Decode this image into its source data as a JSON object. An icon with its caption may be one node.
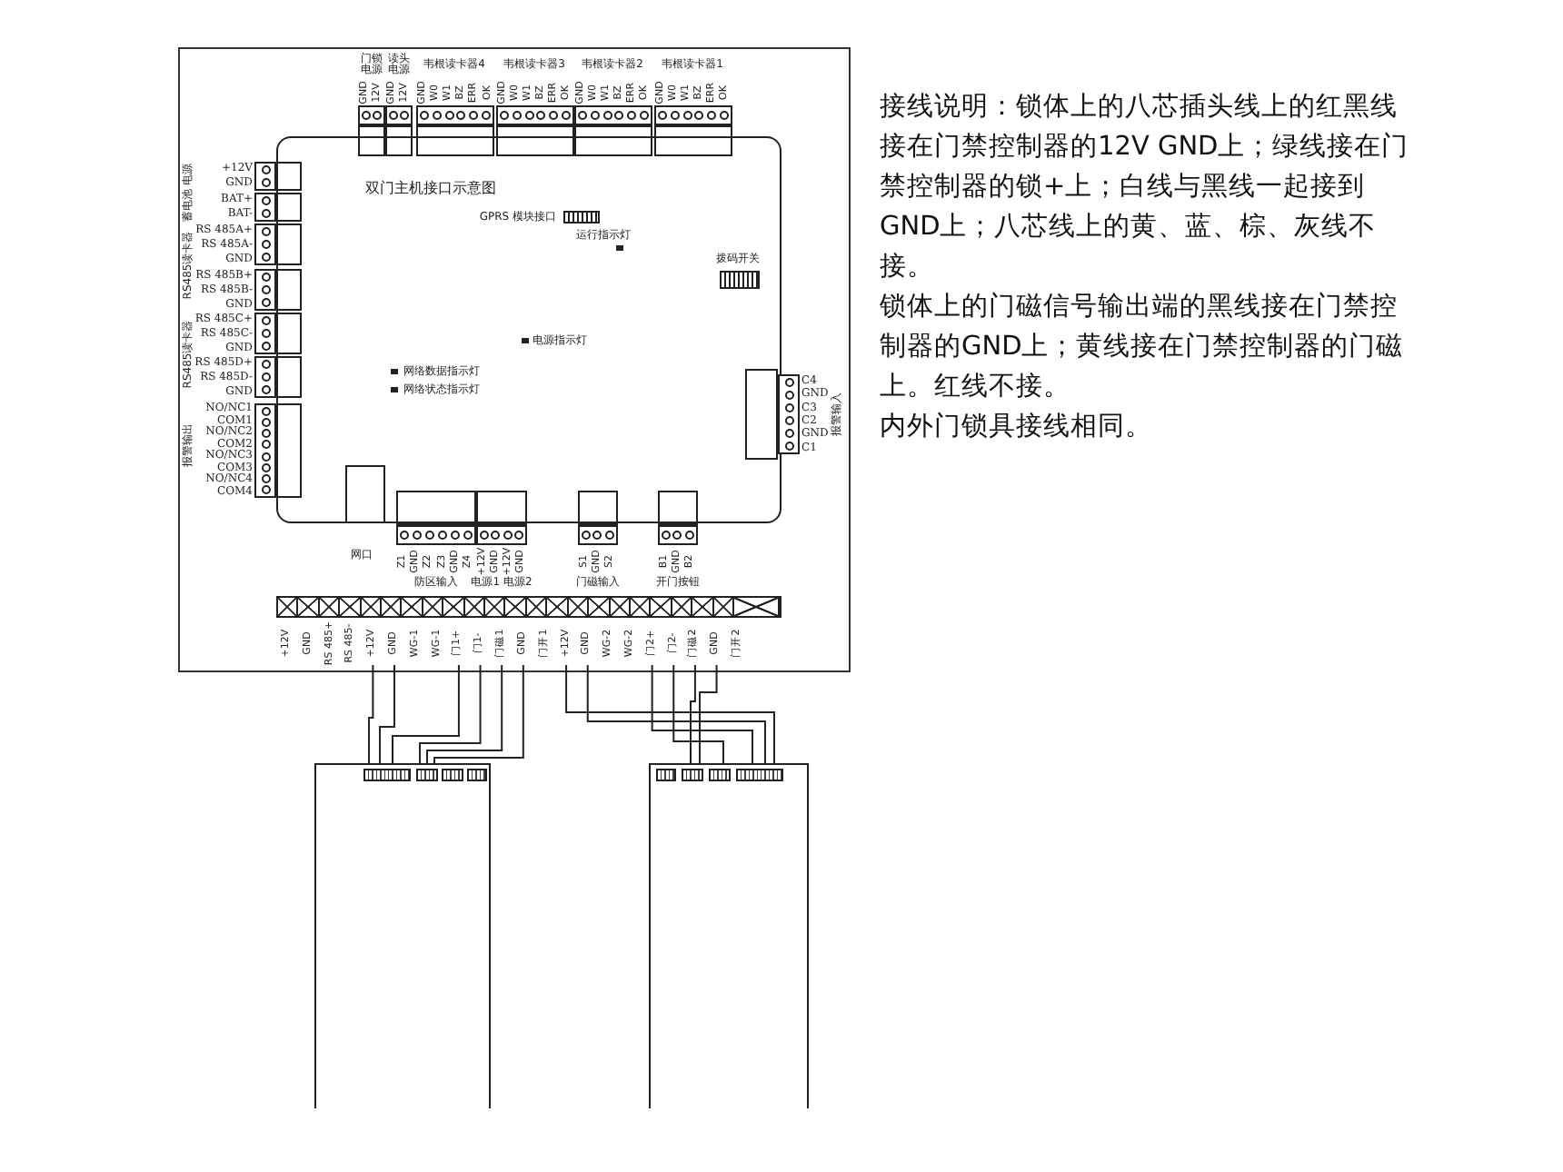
{
  "diagram": {
    "nodes": [
      {
        "text": [
          "双门主机接口示意图"
        ]
      },
      {
        "text": [],
        "shape": "bar",
        "beside": [
          "+12V",
          "GND",
          "RS 485+",
          "RS 485-",
          "+12V",
          "GND",
          "WG-1",
          "WG-1",
          "门1+",
          "门1-",
          "门磁1",
          "GND",
          "门开1",
          "+12V",
          "GND",
          "WG-2",
          "WG-2",
          "门2+",
          "门2-",
          "门磁2",
          "GND",
          "门开2"
        ]
      },
      {
        "text": [],
        "shape": "box"
      },
      {
        "text": [],
        "shape": "box"
      }
    ],
    "edges": [
      {
        "from": 1,
        "to": 2,
        "arrow": "none"
      },
      {
        "from": 1,
        "to": 2,
        "arrow": "none"
      },
      {
        "from": 1,
        "to": 2,
        "arrow": "none"
      },
      {
        "from": 1,
        "to": 2,
        "arrow": "none"
      },
      {
        "from": 1,
        "to": 2,
        "arrow": "none"
      },
      {
        "from": 1,
        "to": 2,
        "arrow": "none"
      },
      {
        "from": 1,
        "to": 3,
        "arrow": "none"
      },
      {
        "from": 1,
        "to": 3,
        "arrow": "none"
      },
      {
        "from": 1,
        "to": 3,
        "arrow": "none"
      },
      {
        "from": 1,
        "to": 3,
        "arrow": "none"
      },
      {
        "from": 1,
        "to": 3,
        "arrow": "none"
      },
      {
        "from": 1,
        "to": 3,
        "arrow": "none"
      }
    ],
    "labels": [
      "门锁电源",
      "读头电源",
      "韦根读卡器4",
      "韦根读卡器3",
      "韦根读卡器2",
      "韦根读卡器1",
      "GND",
      "12V",
      "GND",
      "12V",
      "GND",
      "W0",
      "W1",
      "BZ",
      "ERR",
      "OK",
      "GND",
      "W0",
      "W1",
      "BZ",
      "ERR",
      "OK",
      "GND",
      "W0",
      "W1",
      "BZ",
      "ERR",
      "OK",
      "GND",
      "W0",
      "W1",
      "BZ",
      "ERR",
      "OK",
      "电源",
      "蓄电池",
      "RS485读卡器",
      "RS485读卡器",
      "报警输出",
      "+12V",
      "GND",
      "BAT+",
      "BAT-",
      "RS 485A+",
      "RS 485A-",
      "GND",
      "RS 485B+",
      "RS 485B-",
      "GND",
      "RS 485C+",
      "RS 485C-",
      "GND",
      "RS 485D+",
      "RS 485D-",
      "GND",
      "NO/NC1",
      "COM1",
      "NO/NC2",
      "COM2",
      "NO/NC3",
      "COM3",
      "NO/NC4",
      "COM4",
      "C4",
      "GND",
      "C3",
      "C2",
      "GND",
      "C1",
      "报警输入",
      "网口",
      "Z1",
      "GND",
      "Z2",
      "Z3",
      "GND",
      "Z4",
      "防区输入",
      "+12V",
      "GND",
      "+12V",
      "GND",
      "电源1 电源2",
      "S1",
      "GND",
      "S2",
      "门磁输入",
      "B1",
      "GND",
      "B2",
      "开门按钮",
      "GPRS 模块接口",
      "运行指示灯",
      "拨码开关",
      "电源指示灯",
      "网络数据指示灯",
      "网络状态指示灯",
      "接线说明：锁体上的八芯插头线上的红黑线接在门禁控制器的12V GND上；绿线接在门禁控制器的锁+上；白线与黑线一起接到GND上；八芯线上的黄、蓝、棕、灰线不接。",
      "锁体上的门磁信号输出端的黑线接在门禁控制器的GND上；黄线接在门禁控制器的门磁上。红线不接。",
      "内外门锁具接线相同。"
    ]
  }
}
